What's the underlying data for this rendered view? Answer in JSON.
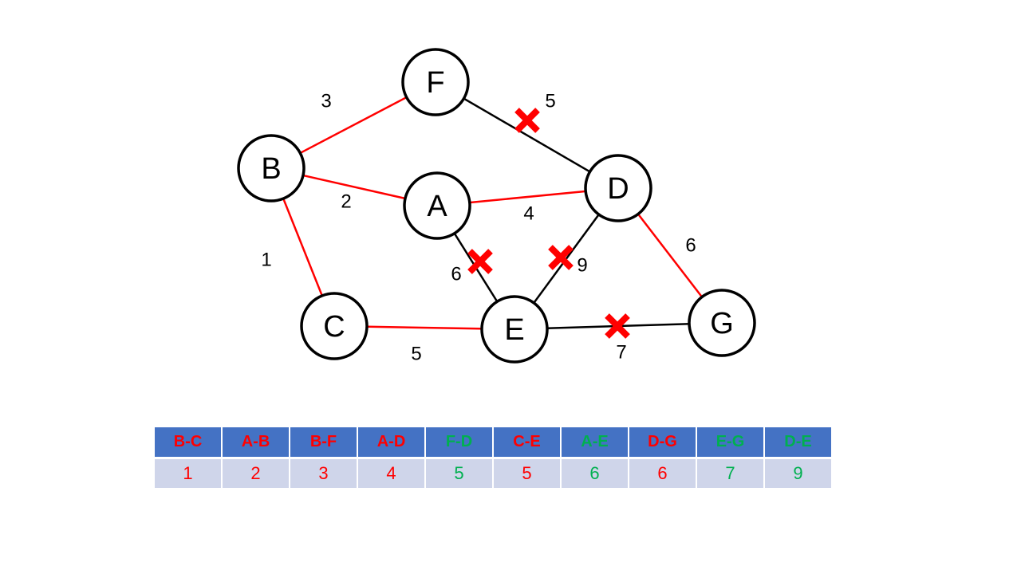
{
  "colors": {
    "chosen": "#ff0000",
    "rejected": "#000000",
    "cross": "#ff0000",
    "table_selected_text": "#ff0000",
    "table_rejected_text": "#00b050",
    "table_header_bg": "#4472c4",
    "table_row_bg": "#cfd5ea"
  },
  "nodes": [
    {
      "id": "F",
      "label": "F"
    },
    {
      "id": "B",
      "label": "B"
    },
    {
      "id": "A",
      "label": "A"
    },
    {
      "id": "D",
      "label": "D"
    },
    {
      "id": "C",
      "label": "C"
    },
    {
      "id": "E",
      "label": "E"
    },
    {
      "id": "G",
      "label": "G"
    }
  ],
  "edges": [
    {
      "from": "B",
      "to": "F",
      "weight": "3",
      "status": "selected"
    },
    {
      "from": "F",
      "to": "D",
      "weight": "5",
      "status": "rejected"
    },
    {
      "from": "B",
      "to": "A",
      "weight": "2",
      "status": "selected"
    },
    {
      "from": "A",
      "to": "D",
      "weight": "4",
      "status": "selected"
    },
    {
      "from": "B",
      "to": "C",
      "weight": "1",
      "status": "selected"
    },
    {
      "from": "A",
      "to": "E",
      "weight": "6",
      "status": "rejected"
    },
    {
      "from": "D",
      "to": "E",
      "weight": "9",
      "status": "rejected"
    },
    {
      "from": "D",
      "to": "G",
      "weight": "6",
      "status": "selected"
    },
    {
      "from": "C",
      "to": "E",
      "weight": "5",
      "status": "selected"
    },
    {
      "from": "E",
      "to": "G",
      "weight": "7",
      "status": "rejected"
    }
  ],
  "table": [
    {
      "edge": "B-C",
      "weight": "1",
      "status": "selected"
    },
    {
      "edge": "A-B",
      "weight": "2",
      "status": "selected"
    },
    {
      "edge": "B-F",
      "weight": "3",
      "status": "selected"
    },
    {
      "edge": "A-D",
      "weight": "4",
      "status": "selected"
    },
    {
      "edge": "F-D",
      "weight": "5",
      "status": "rejected"
    },
    {
      "edge": "C-E",
      "weight": "5",
      "status": "selected"
    },
    {
      "edge": "A-E",
      "weight": "6",
      "status": "rejected"
    },
    {
      "edge": "D-G",
      "weight": "6",
      "status": "selected"
    },
    {
      "edge": "E-G",
      "weight": "7",
      "status": "rejected"
    },
    {
      "edge": "D-E",
      "weight": "9",
      "status": "rejected"
    }
  ]
}
